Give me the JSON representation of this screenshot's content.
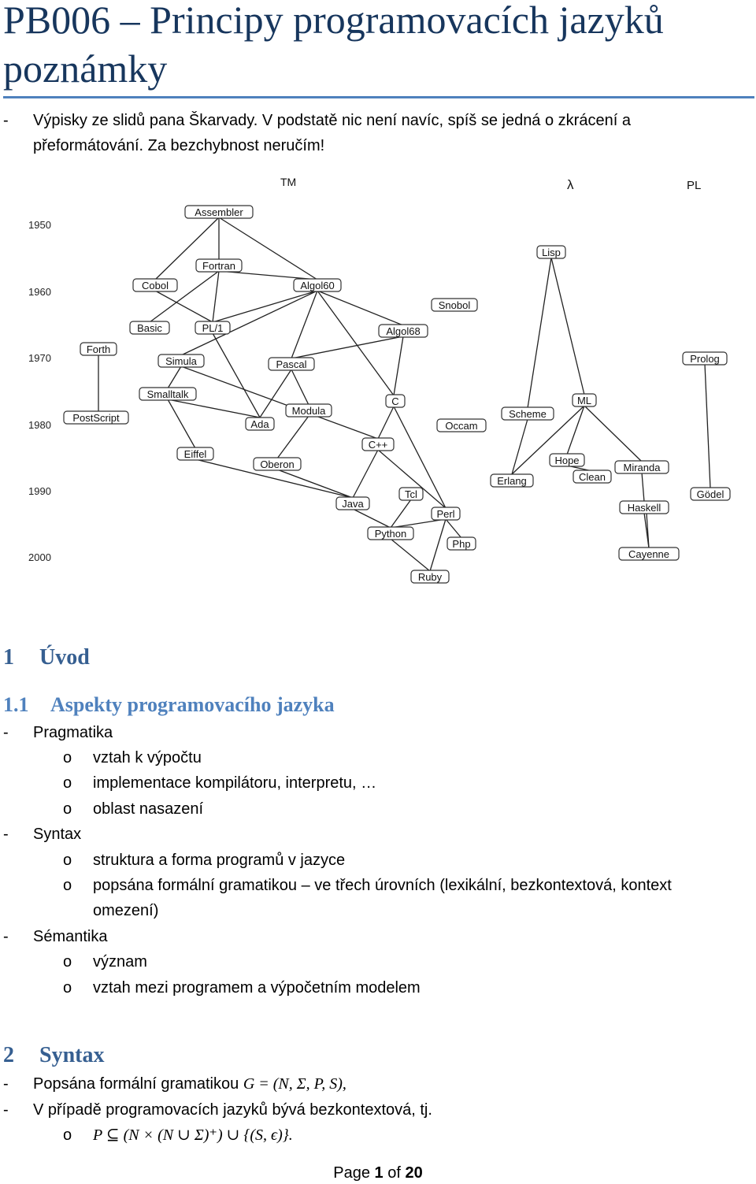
{
  "title": "PB006 – Principy programovacích jazyků poznámky",
  "intro": {
    "dash": "-",
    "line1": "Výpisky ze slidů pana Škarvady. V podstatě nic není navíc, spíš se jedná o zkrácení a",
    "line2": "přeformátování. Za bezchybnost neručím!"
  },
  "diagram": {
    "columns": [
      "TM",
      "λ",
      "PL"
    ],
    "years": [
      "1950",
      "1960",
      "1970",
      "1980",
      "1990",
      "2000"
    ],
    "nodes": [
      "Assembler",
      "Fortran",
      "Cobol",
      "Algol60",
      "Lisp",
      "Snobol",
      "Basic",
      "PL/1",
      "Algol68",
      "Forth",
      "Prolog",
      "Simula",
      "Pascal",
      "Smalltalk",
      "C",
      "PostScript",
      "Modula",
      "Ada",
      "Occam",
      "Scheme",
      "ML",
      "C++",
      "Eiffel",
      "Oberon",
      "Hope",
      "Erlang",
      "Clean",
      "Miranda",
      "Tcl",
      "Java",
      "Perl",
      "Haskell",
      "Gödel",
      "Python",
      "Php",
      "Cayenne",
      "Ruby"
    ]
  },
  "section1": {
    "number": "1",
    "title": "Úvod"
  },
  "section11": {
    "number": "1.1",
    "title": "Aspekty programovacího jazyka"
  },
  "list": {
    "dash": "-",
    "bullet": "o",
    "pragmatika": "Pragmatika",
    "p1": "vztah k výpočtu",
    "p2": "implementace kompilátoru, interpretu, …",
    "p3": "oblast nasazení",
    "syntax": "Syntax",
    "s1": "struktura a forma programů v jazyce",
    "s2a": "popsána formální gramatikou – ve třech úrovních (lexikální, bezkontextová, kontext",
    "s2b": "omezení)",
    "semantika": "Sémantika",
    "m1": "význam",
    "m2": "vztah mezi programem a výpočetním modelem"
  },
  "section2": {
    "number": "2",
    "title": "Syntax"
  },
  "syntax": {
    "line1_text": "Popsána formální gramatikou ",
    "line1_math": "G = (N, Σ, P, S),",
    "line2": "V případě programovacích jazyků bývá bezkontextová, tj.",
    "line3_math": "P ⊆ (N × (N ∪ Σ)⁺) ∪ {(S, ϵ)}."
  },
  "footer": {
    "page_word": "Page",
    "page": "1",
    "of_word": "of",
    "total": "20"
  }
}
